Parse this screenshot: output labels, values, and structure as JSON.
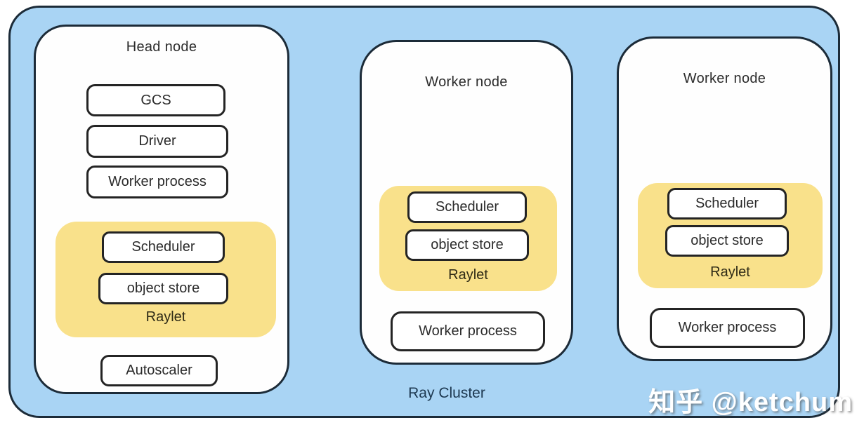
{
  "cluster": {
    "label": "Ray Cluster"
  },
  "watermark": "知乎 @ketchum",
  "colors": {
    "cluster_bg": "#a9d4f4",
    "node_bg": "#fefefe",
    "raylet_bg": "#f9e18b",
    "border": "#1c2b38",
    "text": "#2f2f2f",
    "raylet_text": "#2e2a16",
    "cluster_text": "#1d3850"
  },
  "nodes": [
    {
      "title": "Head node",
      "boxes": [
        "GCS",
        "Driver",
        "Worker process"
      ],
      "raylet": {
        "label": "Raylet",
        "components": [
          "Scheduler",
          "object store"
        ]
      },
      "autoscaler": "Autoscaler"
    },
    {
      "title": "Worker node",
      "raylet": {
        "label": "Raylet",
        "components": [
          "Scheduler",
          "object store"
        ]
      },
      "worker_process": "Worker process"
    },
    {
      "title": "Worker node",
      "raylet": {
        "label": "Raylet",
        "components": [
          "Scheduler",
          "object store"
        ]
      },
      "worker_process": "Worker process"
    }
  ]
}
